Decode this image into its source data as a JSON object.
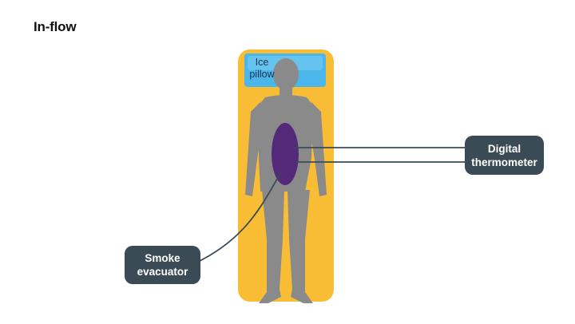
{
  "title": "In-flow",
  "pillow": {
    "label": "Ice pillow",
    "color": "#4bb6ea"
  },
  "callouts": {
    "thermometer": {
      "line1": "Digital",
      "line2": "thermometer"
    },
    "smoke": {
      "line1": "Smoke",
      "line2": "evacuator"
    }
  },
  "colors": {
    "table": "#f9bd35",
    "body": "#8a8a8a",
    "organ": "#55297a",
    "callout_bg": "#3a4b55",
    "connector": "#3a4b55"
  }
}
